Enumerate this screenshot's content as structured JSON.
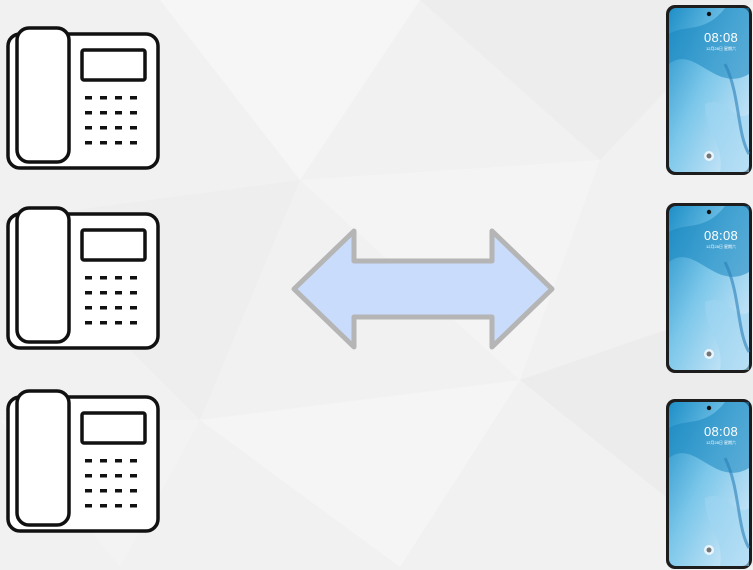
{
  "colors": {
    "background": "#f1f1f1",
    "arrow_fill": "#c9dcfb",
    "arrow_stroke": "#b5b5b5",
    "phone_outline": "#111111",
    "screen_blue": "#2aa6d6"
  },
  "icons": {
    "desk_phone": "desk-phone-icon",
    "mobile_phone": "smartphone",
    "arrow": "double-headed-arrow"
  },
  "mobiles": [
    {
      "time": "08:08",
      "date": "12月28日 星期六"
    },
    {
      "time": "08:08",
      "date": "12月28日 星期六"
    },
    {
      "time": "08:08",
      "date": "12月28日 星期六"
    }
  ]
}
